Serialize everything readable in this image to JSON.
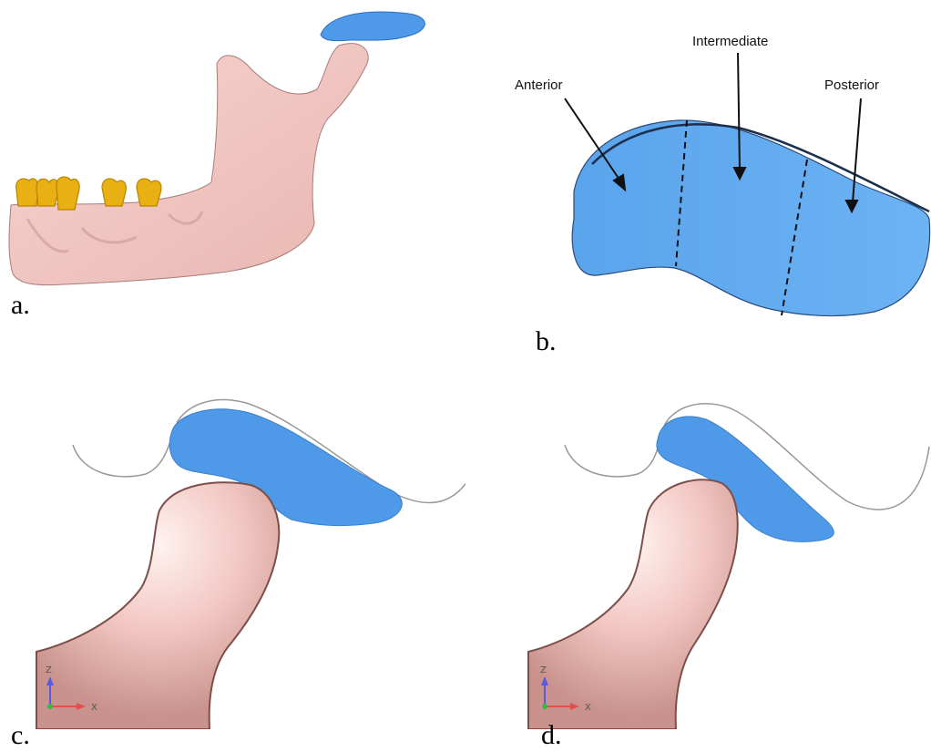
{
  "panels": {
    "a": {
      "caption": "a."
    },
    "b": {
      "caption": "b.",
      "labels": {
        "anterior": "Anterior",
        "intermediate": "Intermediate",
        "posterior": "Posterior"
      }
    },
    "c": {
      "caption": "c.",
      "axis": {
        "z": "Z",
        "x": "X"
      }
    },
    "d": {
      "caption": "d.",
      "axis": {
        "z": "Z",
        "x": "X"
      }
    }
  },
  "colors": {
    "bone": "#f0c4c0",
    "bone_shadow": "#c99a95",
    "tooth": "#e8b012",
    "disc": "#4f9ae8",
    "disc_light": "#6db0f2",
    "outline": "#333333"
  }
}
